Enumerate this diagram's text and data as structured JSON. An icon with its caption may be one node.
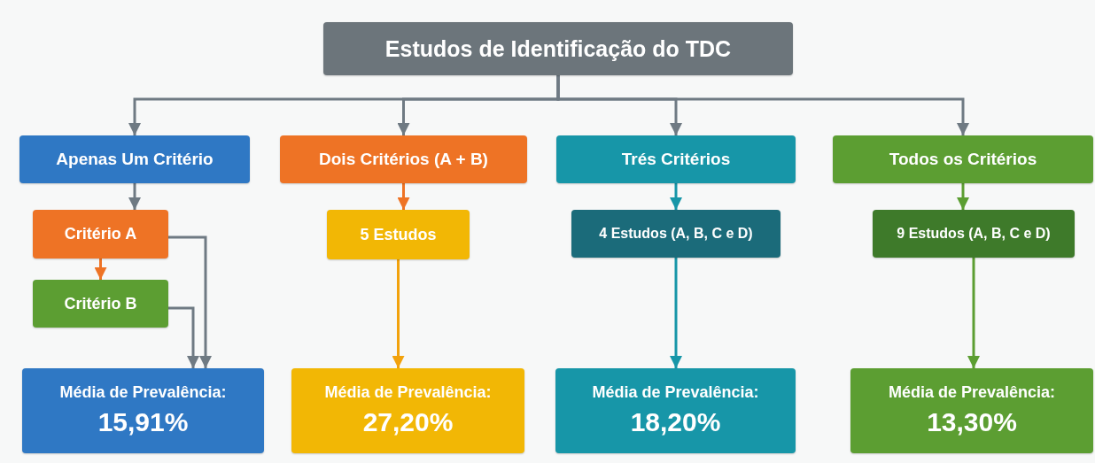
{
  "diagram": {
    "nodes": [
      {
        "text": [
          "Estudos de Identificação do TDC"
        ]
      },
      {
        "text": [
          "Apenas Um Critério"
        ]
      },
      {
        "text": [
          "Dois Critérios (A + B)"
        ]
      },
      {
        "text": [
          "Trés Critérios"
        ]
      },
      {
        "text": [
          "Todos os Critérios"
        ]
      },
      {
        "text": [
          "Critério A"
        ]
      },
      {
        "text": [
          "Critério B"
        ]
      },
      {
        "text": [
          "5 Estudos"
        ]
      },
      {
        "text": [
          "4 Estudos (A, B, C e D)"
        ]
      },
      {
        "text": [
          "9 Estudos (A, B, C e D)"
        ]
      },
      {
        "text": [
          "Média de Prevalência:",
          "15,91%"
        ]
      },
      {
        "text": [
          "Média de Prevalência:",
          "27,20%"
        ]
      },
      {
        "text": [
          "Média de Prevalência:",
          "18,20%"
        ]
      },
      {
        "text": [
          "Média de Prevalência:",
          "13,30%"
        ]
      }
    ],
    "edges": [
      {
        "from": 0,
        "to": 1,
        "arrow": "to"
      },
      {
        "from": 0,
        "to": 2,
        "arrow": "to"
      },
      {
        "from": 0,
        "to": 3,
        "arrow": "to"
      },
      {
        "from": 0,
        "to": 4,
        "arrow": "to"
      },
      {
        "from": 1,
        "to": 5,
        "arrow": "to"
      },
      {
        "from": 5,
        "to": 6,
        "arrow": "to",
        "color": "#ee7325"
      },
      {
        "from": 5,
        "to": 10,
        "arrow": "to"
      },
      {
        "from": 6,
        "to": 10,
        "arrow": "to"
      },
      {
        "from": 2,
        "to": 7,
        "arrow": "to",
        "color": "#ee7325"
      },
      {
        "from": 7,
        "to": 11,
        "arrow": "to",
        "color": "#f2a20c"
      },
      {
        "from": 3,
        "to": 8,
        "arrow": "to",
        "color": "#1796a8"
      },
      {
        "from": 8,
        "to": 12,
        "arrow": "to",
        "color": "#1796a8"
      },
      {
        "from": 4,
        "to": 9,
        "arrow": "to",
        "color": "#5c9e32"
      },
      {
        "from": 9,
        "to": 13,
        "arrow": "to",
        "color": "#5c9e32"
      }
    ]
  }
}
